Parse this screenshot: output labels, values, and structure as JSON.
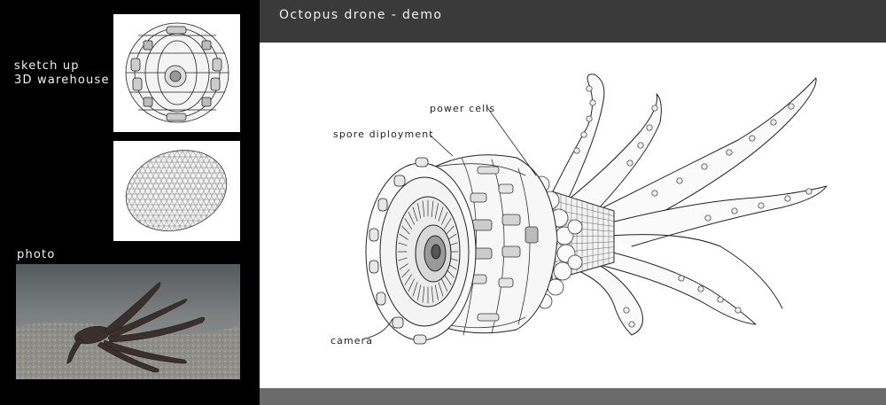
{
  "header": {
    "title": "Octopus drone - demo"
  },
  "left": {
    "sketchup_label_line1": "sketch up",
    "sketchup_label_line2": "3D warehouse",
    "photo_label": "photo"
  },
  "callouts": {
    "power_cells": "power cells",
    "spore_deployment": "spore diployment",
    "camera": "camera"
  },
  "colors": {
    "page_bg": "#000000",
    "header_bg": "#3a3a3a",
    "footer_bg": "#6b6b6b",
    "canvas_bg": "#ffffff"
  },
  "icons": {
    "drone_model": "drone-model-thumbnail",
    "egg_mesh": "egg-mesh-thumbnail",
    "octopus_photo": "octopus-photo",
    "drone_sketch": "drone-sketch"
  }
}
